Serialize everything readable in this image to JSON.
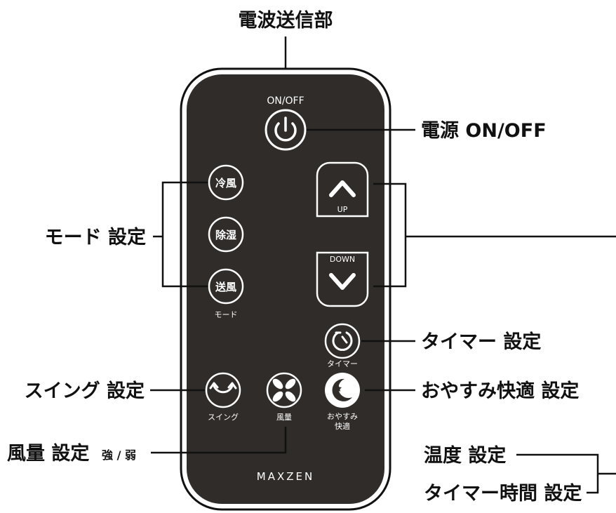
{
  "callouts": {
    "transmitter": "電波送信部",
    "power": "電源 ON/OFF",
    "mode": "モード 設定",
    "timer": "タイマー 設定",
    "swing": "スイング 設定",
    "sleep": "おやすみ快適 設定",
    "fan": "風量 設定",
    "fan_note": "強 / 弱",
    "temp": "温度 設定",
    "timer_time": "タイマー時間 設定"
  },
  "remote": {
    "power_label": "ON/OFF",
    "mode_buttons": [
      "冷風",
      "除湿",
      "送風"
    ],
    "mode_caption": "モード",
    "up_label": "UP",
    "down_label": "DOWN",
    "timer_caption": "タイマー",
    "swing_caption": "スイング",
    "fan_caption": "風量",
    "sleep_caption_1": "おやすみ",
    "sleep_caption_2": "快適",
    "brand": "MAXZEN"
  },
  "colors": {
    "remote_body": "#2f2c29",
    "remote_outline": "#111111",
    "button_stroke": "#ffffff",
    "callout_line": "#111111"
  }
}
